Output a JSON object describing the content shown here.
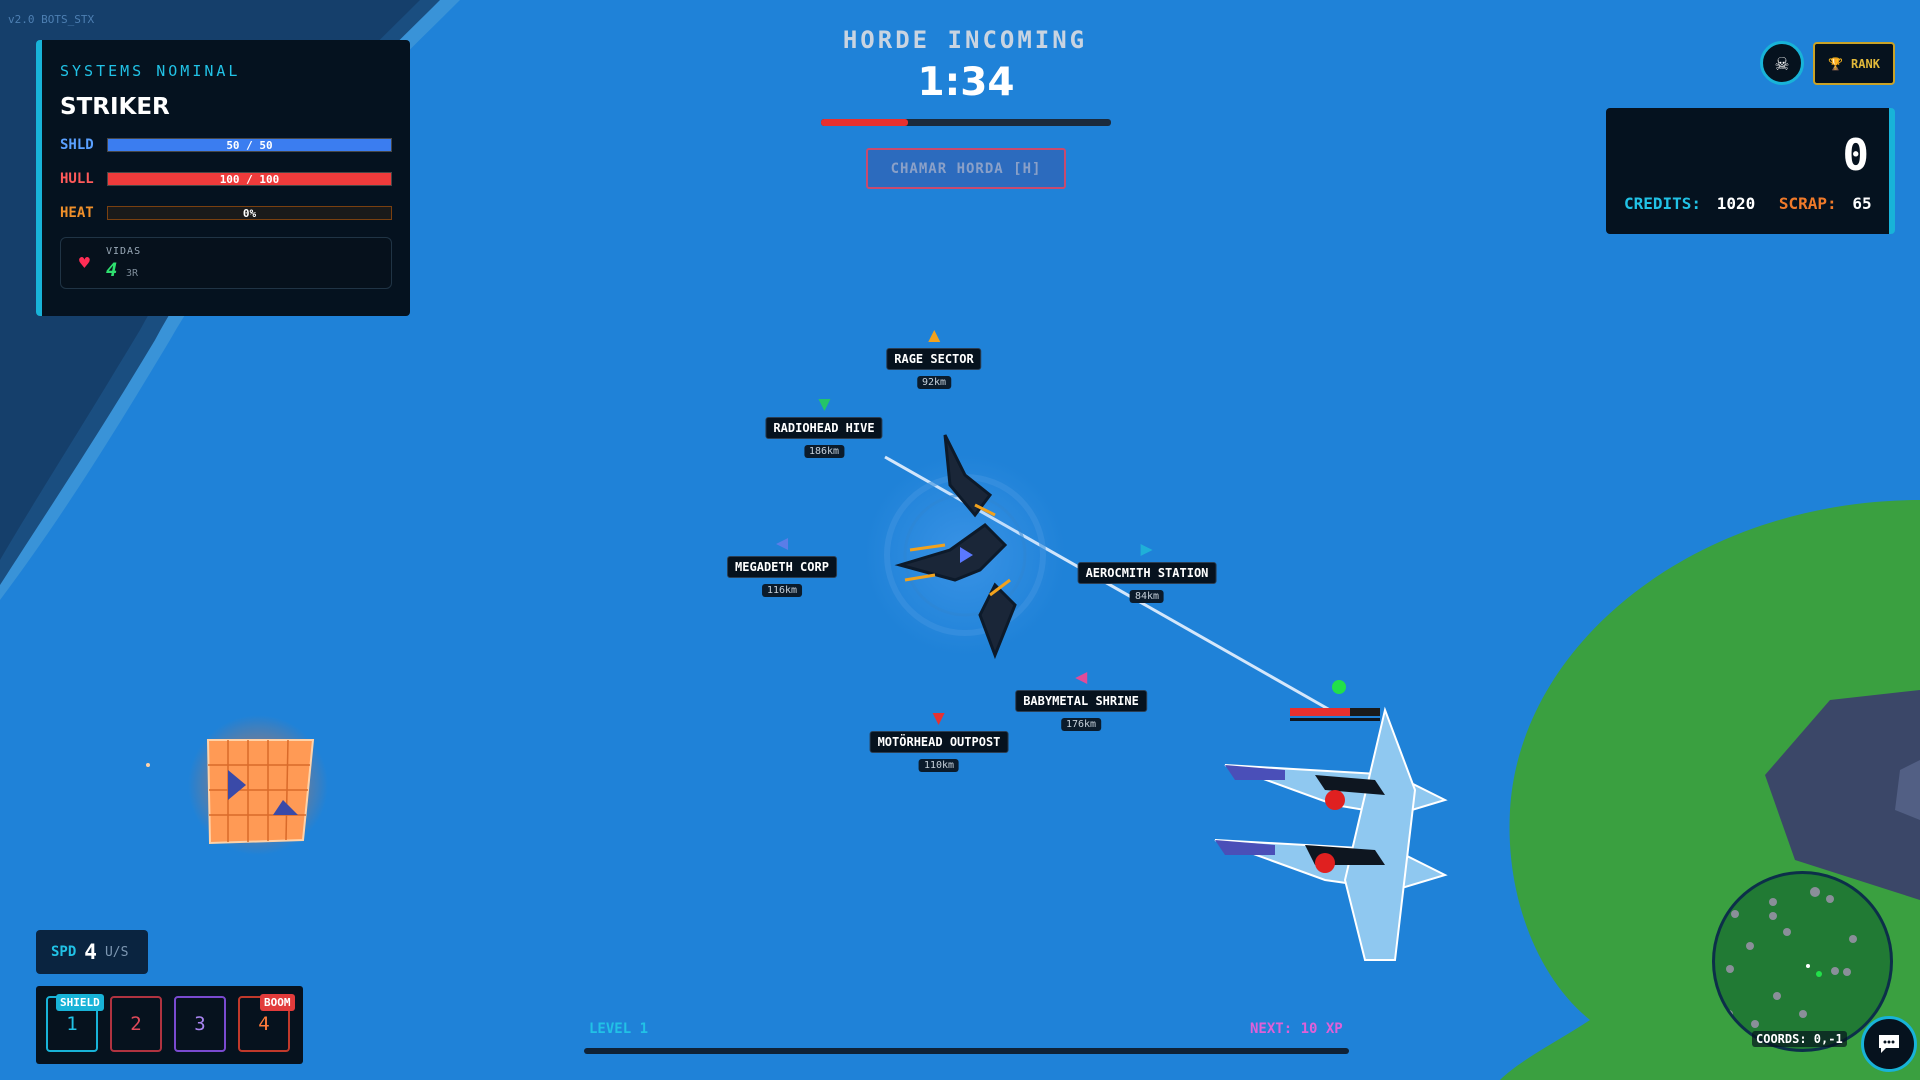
{
  "version": "v2.0 BOTS_STX",
  "status_panel": {
    "system_status": "SYSTEMS NOMINAL",
    "ship_name": "STRIKER",
    "bars": [
      {
        "label": "SHLD",
        "text": "50 / 50",
        "fraction": 1.0,
        "color": "#3b7df0"
      },
      {
        "label": "HULL",
        "text": "100 / 100",
        "fraction": 1.0,
        "color": "#ef3b3b"
      },
      {
        "label": "HEAT",
        "text": "0%",
        "fraction": 0.0,
        "color": "#e07a1f"
      }
    ],
    "lives_label": "VIDAS",
    "lives_value": "4",
    "lives_sub": "3R"
  },
  "horde": {
    "title": "HORDE INCOMING",
    "timer": "1:34",
    "progress": 0.3,
    "call_button": "CHAMAR HORDA [H]"
  },
  "top_right": {
    "skull_icon": "skull-icon",
    "rank_label": "RANK",
    "score": "0",
    "credits_label": "CREDITS:",
    "credits_value": "1020",
    "scrap_label": "SCRAP:",
    "scrap_value": "65"
  },
  "markers": [
    {
      "name": "RAGE SECTOR",
      "distance": "92km",
      "color": "#f2a21d"
    },
    {
      "name": "RADIOHEAD HIVE",
      "distance": "186km",
      "color": "#24c46a"
    },
    {
      "name": "MEGADETH CORP",
      "distance": "116km",
      "color": "#5a7de8"
    },
    {
      "name": "AEROCMITH STATION",
      "distance": "84km",
      "color": "#1fb0d8"
    },
    {
      "name": "BABYMETAL SHRINE",
      "distance": "176km",
      "color": "#e14c9a"
    },
    {
      "name": "MOTÖRHEAD OUTPOST",
      "distance": "110km",
      "color": "#e63232"
    }
  ],
  "speed": {
    "label": "SPD",
    "value": "4",
    "unit": "U/S"
  },
  "slots": [
    {
      "number": "1",
      "badge": "SHIELD",
      "border": "#18b3d8",
      "text_color": "#21c2e6",
      "badge_bg": "#18b3d8"
    },
    {
      "number": "2",
      "badge": "",
      "border": "#b03340",
      "text_color": "#e04a5a",
      "badge_bg": ""
    },
    {
      "number": "3",
      "badge": "",
      "border": "#7a4ad0",
      "text_color": "#a884f0",
      "badge_bg": ""
    },
    {
      "number": "4",
      "badge": "BOOM",
      "border": "#c0392b",
      "text_color": "#ff7a3a",
      "badge_bg": "#e23b3b"
    }
  ],
  "level": {
    "label": "LEVEL 1",
    "next": "NEXT: 10 XP",
    "progress": 0.0
  },
  "minimap": {
    "coords": "COORDS: 0,-1"
  },
  "chat_icon": "chat-icon"
}
